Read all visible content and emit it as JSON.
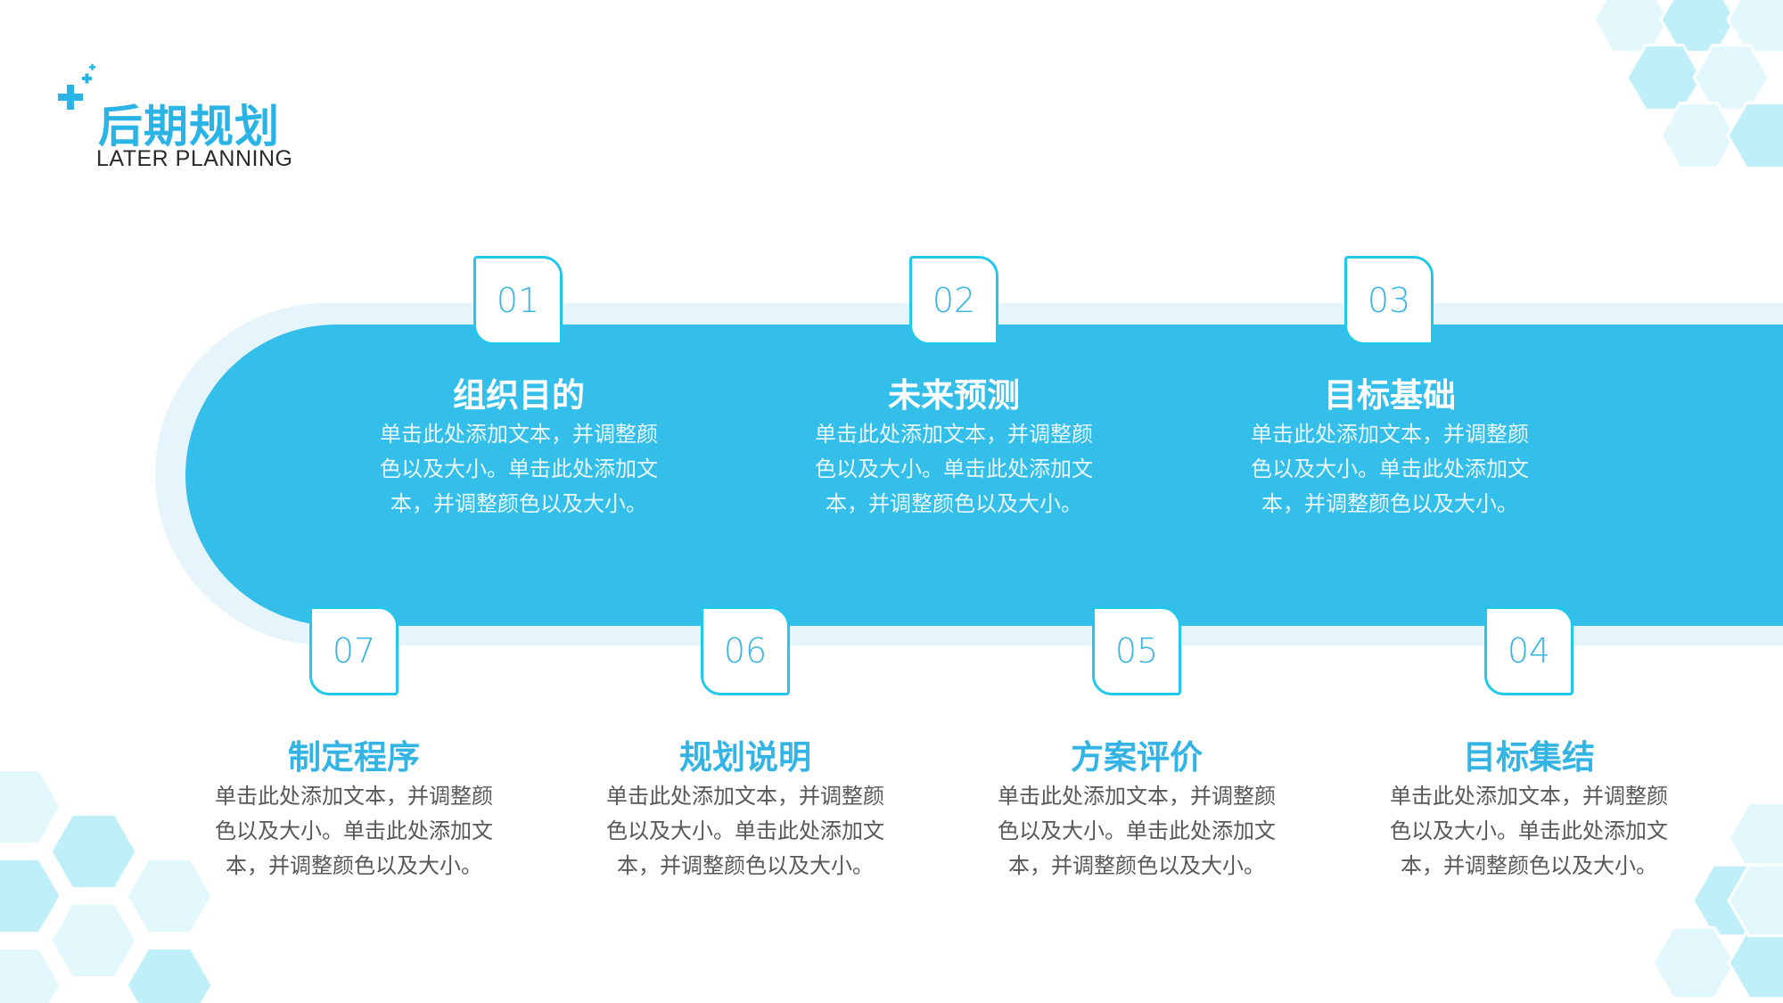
{
  "header": {
    "title_cn": "后期规划",
    "title_en": "LATER PLANNING"
  },
  "colors": {
    "accent": "#34bfea",
    "band_shadow": "#e6f5fc",
    "title_blue": "#2ab4e6",
    "hex_light": "#e3f8fd",
    "hex_mid": "#bfeff9"
  },
  "steps": [
    {
      "number": "01",
      "title": "组织目的",
      "description": "单击此处添加文本，并调整颜色以及大小。单击此处添加文本，并调整颜色以及大小。"
    },
    {
      "number": "02",
      "title": "未来预测",
      "description": "单击此处添加文本，并调整颜色以及大小。单击此处添加文本，并调整颜色以及大小。"
    },
    {
      "number": "03",
      "title": "目标基础",
      "description": "单击此处添加文本，并调整颜色以及大小。单击此处添加文本，并调整颜色以及大小。"
    },
    {
      "number": "04",
      "title": "目标集结",
      "description": "单击此处添加文本，并调整颜色以及大小。单击此处添加文本，并调整颜色以及大小。"
    },
    {
      "number": "05",
      "title": "方案评价",
      "description": "单击此处添加文本，并调整颜色以及大小。单击此处添加文本，并调整颜色以及大小。"
    },
    {
      "number": "06",
      "title": "规划说明",
      "description": "单击此处添加文本，并调整颜色以及大小。单击此处添加文本，并调整颜色以及大小。"
    },
    {
      "number": "07",
      "title": "制定程序",
      "description": "单击此处添加文本，并调整颜色以及大小。单击此处添加文本，并调整颜色以及大小。"
    }
  ]
}
